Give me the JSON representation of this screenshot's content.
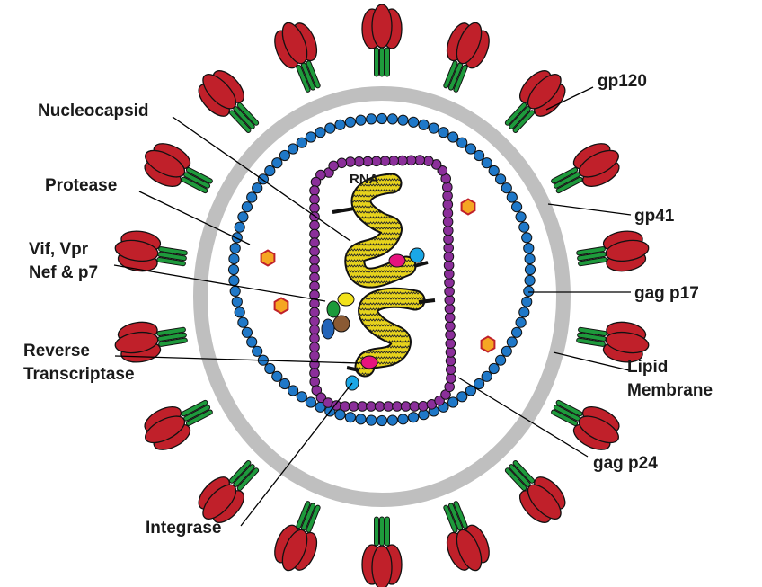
{
  "diagram": {
    "labels": {
      "gp120": "gp120",
      "gp41": "gp41",
      "gag_p17": "gag p17",
      "lipid_1": "Lipid",
      "lipid_2": "Membrane",
      "gag_p24": "gag p24",
      "integrase": "Integrase",
      "rt_1": "Reverse",
      "rt_2": "Transcriptase",
      "vif_1": "Vif, Vpr",
      "vif_2": "Nef & p7",
      "protease": "Protease",
      "nucleocapsid": "Nucleocapsid",
      "rna": "RNA"
    },
    "colors": {
      "envelope": "#bfbfbf",
      "matrix_bead": "#1f78c8",
      "capsid_bead": "#8b2f9a",
      "gp120": "#c0202a",
      "gp41": "#1e9a3c",
      "rna": "#e6d21c",
      "protease": "#f5a623",
      "magenta": "#e6137e",
      "cyan": "#1aa7e6",
      "yellow": "#f2e21a",
      "green": "#1c9a3a",
      "brown": "#8a5a34",
      "blue": "#2364b8"
    }
  }
}
